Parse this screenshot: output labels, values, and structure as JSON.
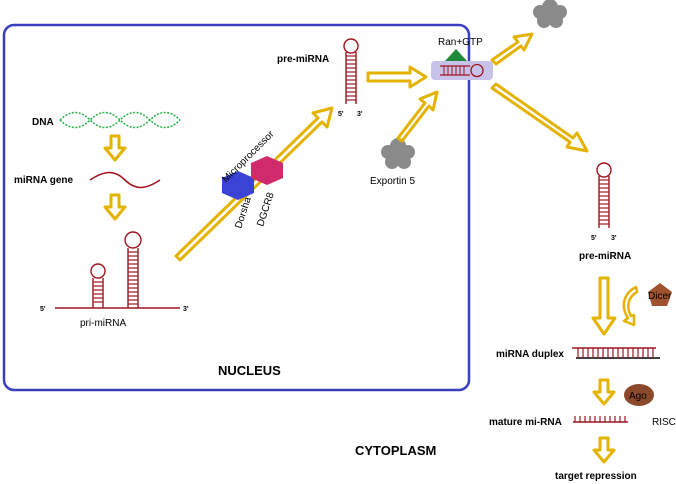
{
  "labels": {
    "dna": "DNA",
    "mirna_gene": "miRNA gene",
    "pri_mirna": "pri-miRNA",
    "pre_mirna_nucleus": "pre-miRNA",
    "pre_mirna_cytoplasm": "pre-miRNA",
    "microprocessor": "Microprocessor",
    "dorsha": "Dorsha",
    "dgcr8": "DGCR8",
    "ran_gtp": "Ran+GTP",
    "exportin": "Exportin 5",
    "nucleus": "NUCLEUS",
    "cytoplasm": "CYTOPLASM",
    "dicer": "Dicer",
    "mirna_duplex": "miRNA duplex",
    "ago": "Ago",
    "mature_mirna": "mature mi-RNA",
    "risc": "RISC",
    "target_repression": "target repression",
    "five_prime": "5'",
    "three_prime": "3'"
  },
  "colors": {
    "nucleus_border": "#3a3fbf",
    "arrow_fill": "#ffd500",
    "arrow_outline": "#e0b000",
    "rna": "#a0141e",
    "dna": "#2db34a",
    "dorsha": "#3b43d6",
    "dgcr8": "#d12a6b",
    "ran_triangle": "#1f8a3a",
    "complex_bg": "#c6c2ea",
    "cloud": "#8a8a8a",
    "dicer": "#a0522d",
    "ago": "#8b4a2b"
  }
}
